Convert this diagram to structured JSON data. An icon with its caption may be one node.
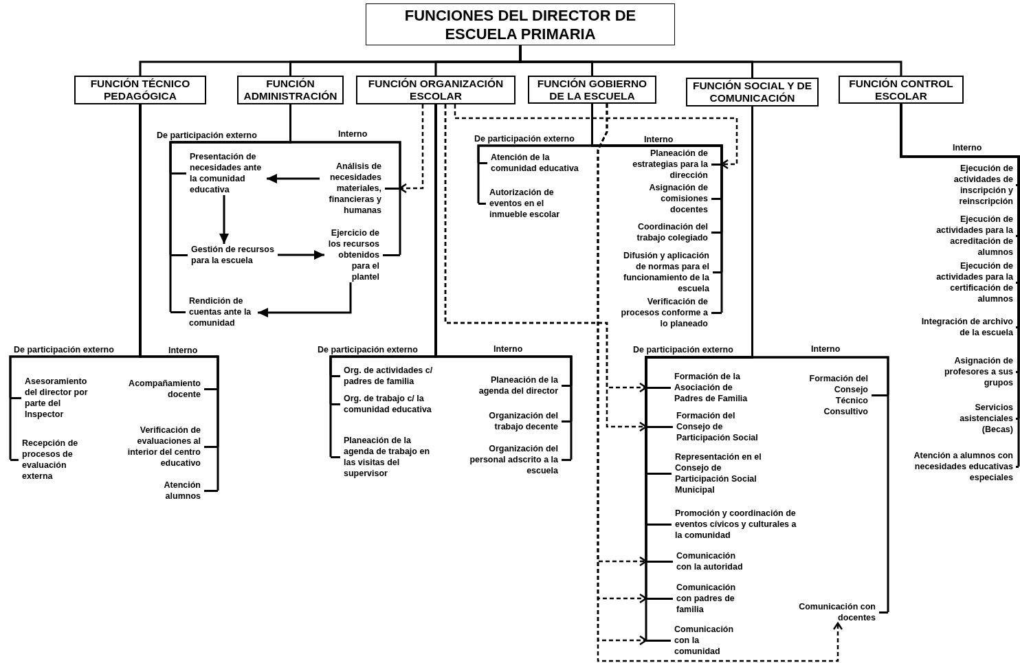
{
  "diagram": {
    "nodes": [
      {
        "text": [
          "FUNCIONES DEL DIRECTOR DE ESCUELA PRIMARIA"
        ]
      },
      {
        "text": [
          "FUNCIÓN TÉCNICO PEDAGÓGICA"
        ]
      },
      {
        "text": [
          "FUNCIÓN ADMINISTRACIÓN"
        ]
      },
      {
        "text": [
          "FUNCIÓN ORGANIZACIÓN ESCOLAR"
        ]
      },
      {
        "text": [
          "FUNCIÓN GOBIERNO DE LA ESCUELA"
        ]
      },
      {
        "text": [
          "FUNCIÓN SOCIAL Y DE COMUNICACIÓN"
        ]
      },
      {
        "text": [
          "FUNCIÓN CONTROL ESCOLAR"
        ]
      },
      {
        "text": [
          "Asesoramiento del director por parte del Inspector"
        ]
      },
      {
        "text": [
          "Recepción de procesos de evaluación externa"
        ]
      },
      {
        "text": [
          "Acompañamiento docente"
        ]
      },
      {
        "text": [
          "Verificación de evaluaciones al interior del centro educativo"
        ]
      },
      {
        "text": [
          "Atención alumnos"
        ]
      },
      {
        "text": [
          "Presentación de necesidades ante la comunidad educativa"
        ]
      },
      {
        "text": [
          "Gestión de recursos para la escuela"
        ]
      },
      {
        "text": [
          "Rendición de cuentas ante la comunidad"
        ]
      },
      {
        "text": [
          "Análisis de necesidades materiales, financieras y humanas"
        ]
      },
      {
        "text": [
          "Ejercicio de los recursos obtenidos para el plantel"
        ]
      },
      {
        "text": [
          "Org. de actividades c/ padres de familia"
        ]
      },
      {
        "text": [
          "Org. de trabajo c/ la comunidad educativa"
        ]
      },
      {
        "text": [
          "Planeación de la agenda de trabajo en las visitas del supervisor"
        ]
      },
      {
        "text": [
          "Planeación de la agenda del director"
        ]
      },
      {
        "text": [
          "Organización del trabajo decente"
        ]
      },
      {
        "text": [
          "Organización del personal adscrito a la escuela"
        ]
      },
      {
        "text": [
          "Atención de la comunidad educativa"
        ]
      },
      {
        "text": [
          "Autorización de eventos en el inmueble escolar"
        ]
      },
      {
        "text": [
          "Planeación de estrategias para la dirección"
        ]
      },
      {
        "text": [
          "Asignación de comisiones docentes"
        ]
      },
      {
        "text": [
          "Coordinación del trabajo colegiado"
        ]
      },
      {
        "text": [
          "Difusión y aplicación de normas para el funcionamiento de la escuela"
        ]
      },
      {
        "text": [
          "Verificación de procesos conforme a lo planeado"
        ]
      },
      {
        "text": [
          "Formación de la Asociación de Padres de Familia"
        ]
      },
      {
        "text": [
          "Formación del Consejo de Participación Social"
        ]
      },
      {
        "text": [
          "Representación en el Consejo de Participación Social Municipal"
        ]
      },
      {
        "text": [
          "Promoción y coordinación de eventos cívicos y culturales a la comunidad"
        ]
      },
      {
        "text": [
          "Comunicación con la autoridad"
        ]
      },
      {
        "text": [
          "Comunicación con padres de familia"
        ]
      },
      {
        "text": [
          "Comunicación con la comunidad"
        ]
      },
      {
        "text": [
          "Formación del Consejo Técnico Consultivo"
        ]
      },
      {
        "text": [
          "Comunicación con docentes"
        ]
      },
      {
        "text": [
          "Ejecución de actividades de inscripción y reinscripción"
        ]
      },
      {
        "text": [
          "Ejecución de actividades para la acreditación de alumnos"
        ]
      },
      {
        "text": [
          "Ejecución de actividades para la certificación de alumnos"
        ]
      },
      {
        "text": [
          "Integración de archivo de la escuela"
        ]
      },
      {
        "text": [
          "Asignación de profesores a sus grupos"
        ]
      },
      {
        "text": [
          "Servicios asistenciales (Becas)"
        ]
      },
      {
        "text": [
          "Atención a alumnos con necesidades educativas especiales"
        ]
      }
    ],
    "edges": [
      {
        "from": 0,
        "to": 1,
        "arrow": "none"
      },
      {
        "from": 0,
        "to": 2,
        "arrow": "none"
      },
      {
        "from": 0,
        "to": 3,
        "arrow": "none"
      },
      {
        "from": 0,
        "to": 4,
        "arrow": "none"
      },
      {
        "from": 0,
        "to": 5,
        "arrow": "none"
      },
      {
        "from": 0,
        "to": 6,
        "arrow": "none"
      },
      {
        "from": 1,
        "to": 7,
        "arrow": "none"
      },
      {
        "from": 1,
        "to": 8,
        "arrow": "none"
      },
      {
        "from": 1,
        "to": 9,
        "arrow": "none"
      },
      {
        "from": 1,
        "to": 10,
        "arrow": "none"
      },
      {
        "from": 1,
        "to": 11,
        "arrow": "none"
      },
      {
        "from": 2,
        "to": 12,
        "arrow": "none"
      },
      {
        "from": 2,
        "to": 13,
        "arrow": "none"
      },
      {
        "from": 2,
        "to": 14,
        "arrow": "none"
      },
      {
        "from": 2,
        "to": 15,
        "arrow": "none"
      },
      {
        "from": 2,
        "to": 16,
        "arrow": "none"
      },
      {
        "from": 3,
        "to": 17,
        "arrow": "none"
      },
      {
        "from": 3,
        "to": 18,
        "arrow": "none"
      },
      {
        "from": 3,
        "to": 19,
        "arrow": "none"
      },
      {
        "from": 3,
        "to": 20,
        "arrow": "none"
      },
      {
        "from": 3,
        "to": 21,
        "arrow": "none"
      },
      {
        "from": 3,
        "to": 22,
        "arrow": "none"
      },
      {
        "from": 4,
        "to": 23,
        "arrow": "none"
      },
      {
        "from": 4,
        "to": 24,
        "arrow": "none"
      },
      {
        "from": 4,
        "to": 25,
        "arrow": "none"
      },
      {
        "from": 4,
        "to": 26,
        "arrow": "none"
      },
      {
        "from": 4,
        "to": 27,
        "arrow": "none"
      },
      {
        "from": 4,
        "to": 28,
        "arrow": "none"
      },
      {
        "from": 4,
        "to": 29,
        "arrow": "none"
      },
      {
        "from": 5,
        "to": 30,
        "arrow": "none"
      },
      {
        "from": 5,
        "to": 31,
        "arrow": "none"
      },
      {
        "from": 5,
        "to": 32,
        "arrow": "none"
      },
      {
        "from": 5,
        "to": 33,
        "arrow": "none"
      },
      {
        "from": 5,
        "to": 34,
        "arrow": "none"
      },
      {
        "from": 5,
        "to": 35,
        "arrow": "none"
      },
      {
        "from": 5,
        "to": 36,
        "arrow": "none"
      },
      {
        "from": 5,
        "to": 37,
        "arrow": "none"
      },
      {
        "from": 5,
        "to": 38,
        "arrow": "none"
      },
      {
        "from": 6,
        "to": 39,
        "arrow": "none"
      },
      {
        "from": 6,
        "to": 40,
        "arrow": "none"
      },
      {
        "from": 6,
        "to": 41,
        "arrow": "none"
      },
      {
        "from": 6,
        "to": 42,
        "arrow": "none"
      },
      {
        "from": 6,
        "to": 43,
        "arrow": "none"
      },
      {
        "from": 6,
        "to": 44,
        "arrow": "none"
      },
      {
        "from": 6,
        "to": 45,
        "arrow": "none"
      },
      {
        "from": 15,
        "to": 12,
        "arrow": "to"
      },
      {
        "from": 12,
        "to": 13,
        "arrow": "to"
      },
      {
        "from": 13,
        "to": 16,
        "arrow": "to"
      },
      {
        "from": 16,
        "to": 14,
        "arrow": "to"
      },
      {
        "from": 3,
        "to": 15,
        "arrow": "to",
        "style": "dashed"
      },
      {
        "from": 3,
        "to": 25,
        "arrow": "to",
        "style": "dashed"
      },
      {
        "from": 3,
        "to": 30,
        "arrow": "to",
        "style": "dashed"
      },
      {
        "from": 3,
        "to": 31,
        "arrow": "to",
        "style": "dashed"
      },
      {
        "from": 4,
        "to": 34,
        "arrow": "to",
        "style": "dashed"
      },
      {
        "from": 4,
        "to": 35,
        "arrow": "to",
        "style": "dashed"
      },
      {
        "from": 4,
        "to": 36,
        "arrow": "to",
        "style": "dashed"
      },
      {
        "from": 4,
        "to": 38,
        "arrow": "to",
        "style": "dashed"
      }
    ],
    "labels": [
      "De participación externo",
      "Interno",
      "De participación externo",
      "Interno",
      "Interno",
      "De participación externo",
      "Interno",
      "De participación externo",
      "Interno",
      "De participación externo",
      "Interno"
    ]
  }
}
